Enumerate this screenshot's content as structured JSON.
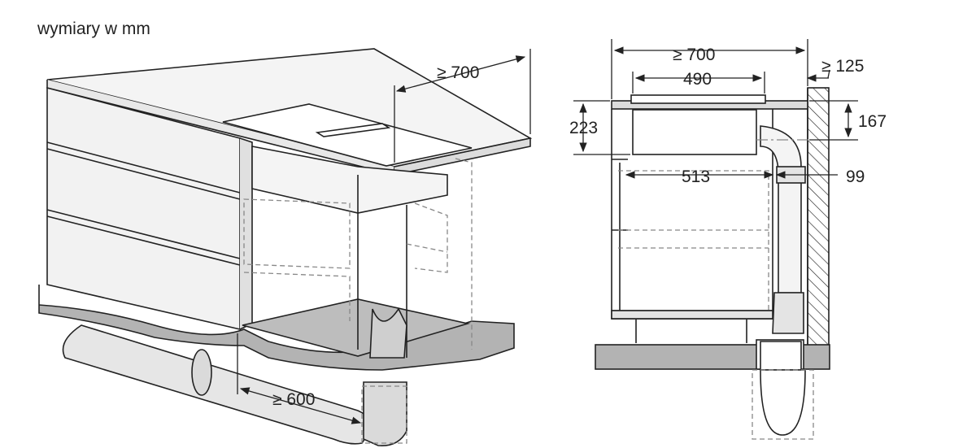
{
  "caption": "wymiary w mm",
  "left_view": {
    "dim_width": "≥ 700",
    "dim_duct": "≥ 600"
  },
  "right_view": {
    "dim_width": "≥ 700",
    "dim_hob": "490",
    "dim_wall": "≥ 125",
    "dim_height": "223",
    "dim_vent": "167",
    "dim_depth": "513",
    "dim_pipe": "99"
  },
  "colors": {
    "line": "#222222",
    "floor": "#b3b3b3",
    "dashed": "#888888",
    "worktop": "#f4f4f4"
  }
}
